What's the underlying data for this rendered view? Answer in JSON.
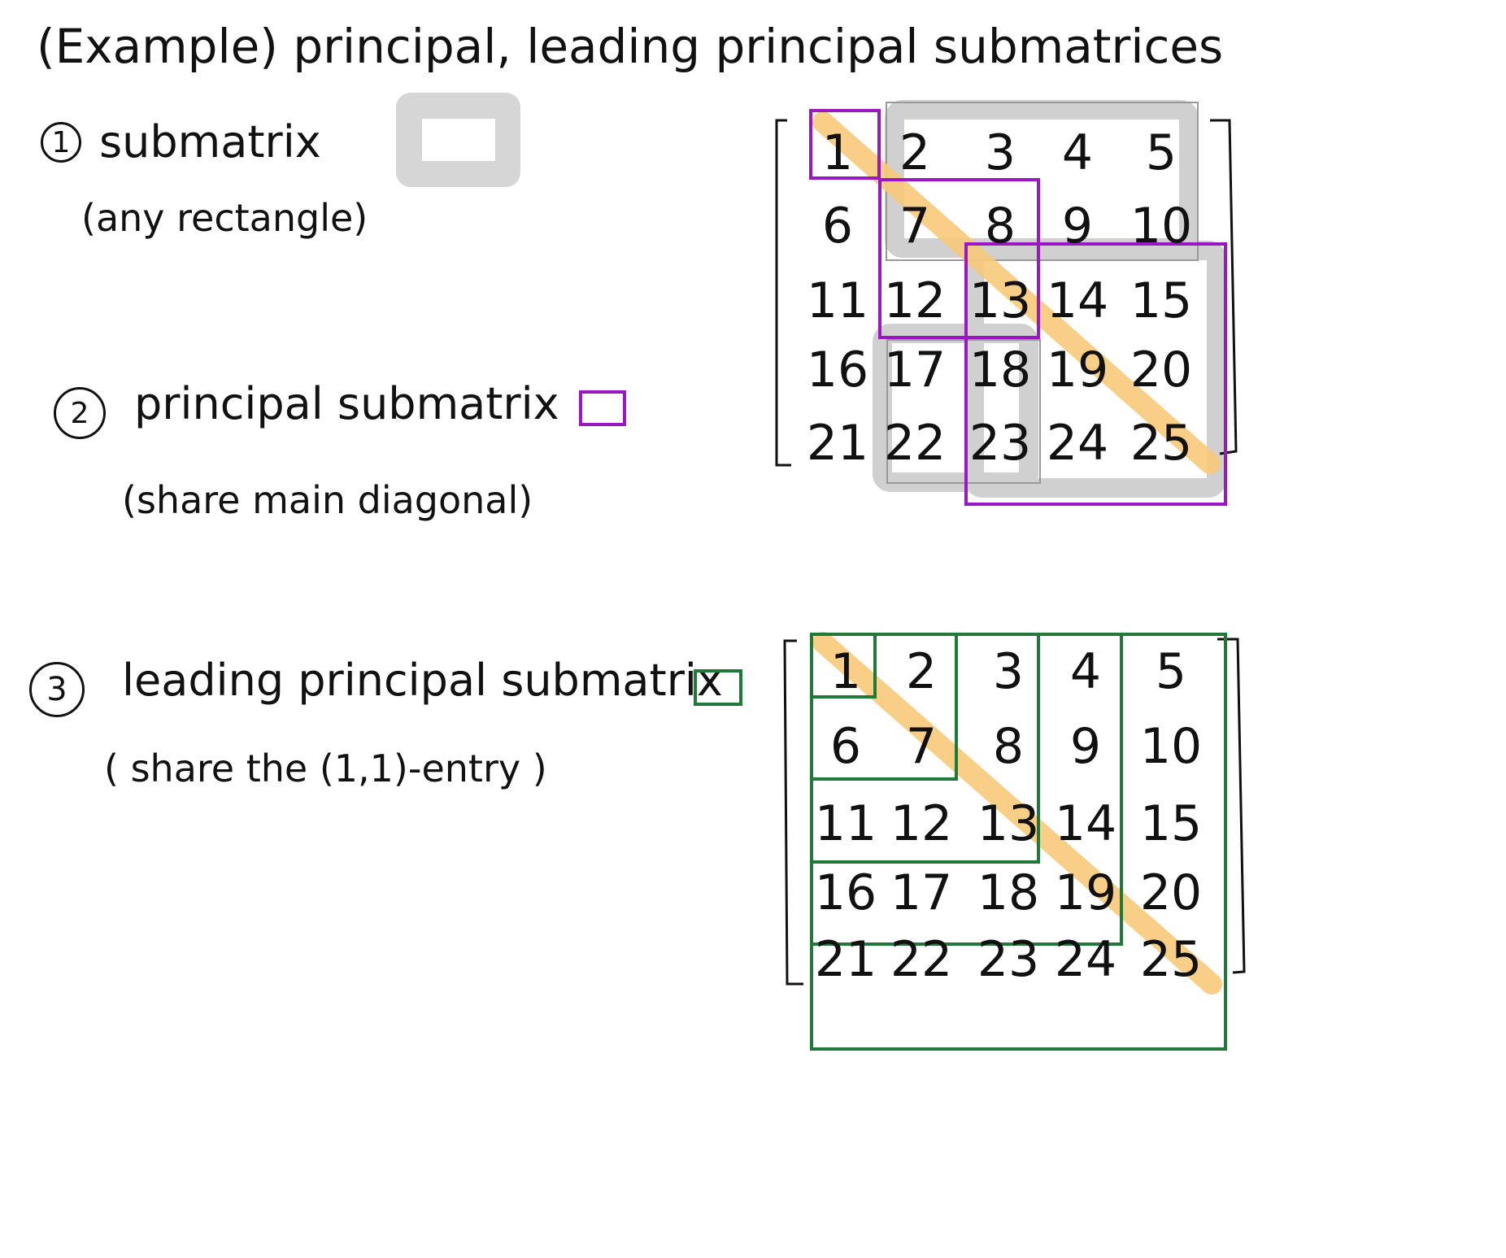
{
  "title": "(Example) principal, leading principal submatrices",
  "sections": [
    {
      "marker": "1",
      "heading": "submatrix",
      "note": "(any rectangle)"
    },
    {
      "marker": "2",
      "heading": "principal submatrix",
      "note": "(share main diagonal)"
    },
    {
      "marker": "3",
      "heading": "leading principal submatrix",
      "note": "( share the (1,1)-entry )"
    }
  ],
  "matrix": [
    [
      "1",
      "2",
      "3",
      "4",
      "5"
    ],
    [
      "6",
      "7",
      "8",
      "9",
      "10"
    ],
    [
      "11",
      "12",
      "13",
      "14",
      "15"
    ],
    [
      "16",
      "17",
      "18",
      "19",
      "20"
    ],
    [
      "21",
      "22",
      "23",
      "24",
      "25"
    ]
  ],
  "colors": {
    "submatrix": "#d0d0d0",
    "principal": "#9b17c4",
    "leading": "#1f7a3a",
    "diagonal": "#f9c97a",
    "ink": "#111111"
  }
}
